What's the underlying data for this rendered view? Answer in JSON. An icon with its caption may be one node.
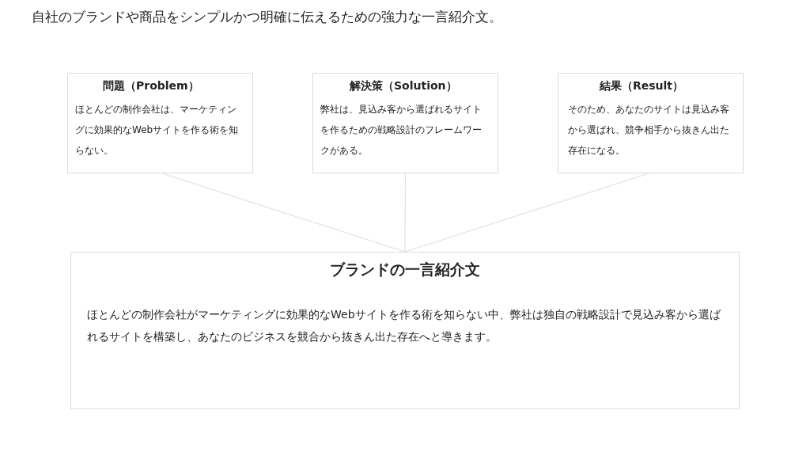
{
  "diagram": {
    "title": "自社のブランドや商品をシンプルかつ明確に伝えるための強力な一言紹介文。",
    "nodes": [
      {
        "text": [
          "問題（Problem）",
          "ほとんどの制作会社は、マーケティングに効果的なWebサイトを作る術を知らない。"
        ]
      },
      {
        "text": [
          "解決策（Solution）",
          "弊社は、見込み客から選ばれるサイトを作るための戦略設計のフレームワークがある。"
        ]
      },
      {
        "text": [
          "結果（Result）",
          "そのため、あなたのサイトは見込み客から選ばれ、競争相手から抜きん出た存在になる。"
        ]
      },
      {
        "text": [
          "ブランドの一言紹介文",
          "ほとんどの制作会社がマーケティングに効果的なWebサイトを作る術を知らない中、弊社は独自の戦略設計で見込み客から選ばれるサイトを構築し、あなたのビジネスを競合から抜きん出た存在へと導きます。"
        ]
      }
    ],
    "edges": [
      {
        "from": 0,
        "to": 3,
        "arrow": "none"
      },
      {
        "from": 1,
        "to": 3,
        "arrow": "none"
      },
      {
        "from": 2,
        "to": 3,
        "arrow": "none"
      }
    ]
  }
}
